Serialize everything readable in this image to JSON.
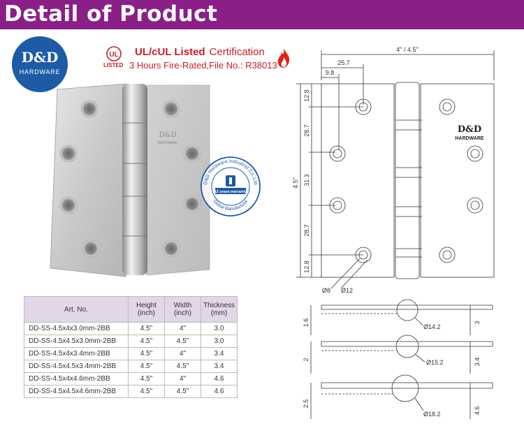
{
  "banner": {
    "title": "Detail of Product"
  },
  "logo": {
    "brand": "D&D",
    "sub": "HARDWARE"
  },
  "certification": {
    "ul_mark": "UL",
    "ul_listed": "LISTED",
    "listed_label": "UL/cUL Listed",
    "cert_word": "Certification",
    "fire_rating": "3 Hours Fire-Rated,File No.: R38013"
  },
  "hinge_engraving": {
    "brand": "D&D",
    "sub": "HARDWARE"
  },
  "stamp": {
    "ring_text_top": "D&D Hardware Industrial Co.,Ltd",
    "ring_text_bottom": "Global Manufacturer",
    "center_text": "12 years warranty"
  },
  "table": {
    "headers": [
      "Art. No.",
      "Height\n(inch)",
      "Width\n(inch)",
      "Thickness\n(mm)"
    ],
    "header_art": "Art. No.",
    "header_height_1": "Height",
    "header_height_2": "(inch)",
    "header_width_1": "Width",
    "header_width_2": "(inch)",
    "header_thick_1": "Thickness",
    "header_thick_2": "(mm)",
    "rows": [
      {
        "art": "DD-SS-4.5x4x3.0mm-2BB",
        "height": "4.5\"",
        "width": "4\"",
        "thickness": "3.0"
      },
      {
        "art": "DD-SS-4.5x4.5x3.0mm-2BB",
        "height": "4.5\"",
        "width": "4.5\"",
        "thickness": "3.0"
      },
      {
        "art": "DD-SS-4.5x4x3.4mm-2BB",
        "height": "4.5\"",
        "width": "4\"",
        "thickness": "3.4"
      },
      {
        "art": "DD-SS-4.5x4.5x3.4mm-2BB",
        "height": "4.5\"",
        "width": "4.5\"",
        "thickness": "3.4"
      },
      {
        "art": "DD-SS-4.5x4x4.6mm-2BB",
        "height": "4.5\"",
        "width": "4\"",
        "thickness": "4.6"
      },
      {
        "art": "DD-SS-4.5x4.5x4.6mm-2BB",
        "height": "4.5\"",
        "width": "4.5\"",
        "thickness": "4.6"
      }
    ]
  },
  "drawing": {
    "width_label": "4\" / 4.5\"",
    "height_label": "4.5\"",
    "dim_257": "25.7",
    "dim_98": "9.8",
    "dim_128_top": "12.8",
    "dim_287_a": "28.7",
    "dim_313": "31.3",
    "dim_287_b": "28.7",
    "dim_128_bot": "12.8",
    "hole_small": "Ø8",
    "hole_large": "Ø12",
    "drawing_brand": "D&D",
    "drawing_sub": "HARDWARE",
    "profiles": [
      {
        "left_dim": "1.6",
        "knuckle": "Ø14.2",
        "right_dim": "3"
      },
      {
        "left_dim": "2",
        "knuckle": "Ø15.2",
        "right_dim": "3.4"
      },
      {
        "left_dim": "2.5",
        "knuckle": "Ø18.2",
        "right_dim": "4.6"
      }
    ]
  },
  "colors": {
    "banner": "#8a1f88",
    "logo": "#1d5ba6",
    "cert_red": "#c62026",
    "table_header": "#e2d6e8"
  }
}
